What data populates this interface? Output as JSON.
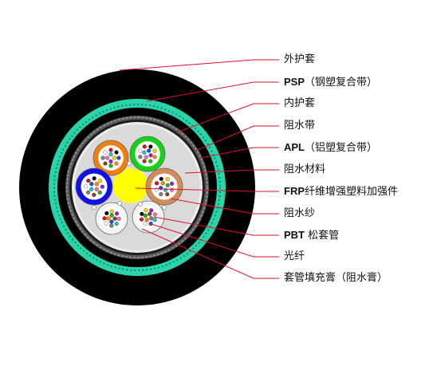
{
  "labels": [
    {
      "id": "outer-sheath",
      "text": "外护套"
    },
    {
      "id": "psp",
      "prefix": "PSP",
      "text": "（钢塑复合带）"
    },
    {
      "id": "inner-sheath",
      "text": "内护套"
    },
    {
      "id": "water-block-tape",
      "text": "阻水带"
    },
    {
      "id": "apl",
      "prefix": "APL",
      "text": "（铝塑复合带）"
    },
    {
      "id": "water-block-material",
      "text": "阻水材料"
    },
    {
      "id": "frp",
      "prefix": "FRP",
      "text": "纤维增强塑料加强件"
    },
    {
      "id": "water-block-yarn",
      "text": "阻水纱"
    },
    {
      "id": "pbt",
      "prefix": "PBT",
      "text": " 松套管"
    },
    {
      "id": "fiber",
      "text": "光纤"
    },
    {
      "id": "tube-filler",
      "text": "套管填充膏（阻水膏）"
    }
  ],
  "colors": {
    "outer_sheath": "#000000",
    "psp": "#2ad4a8",
    "leader_line": "#e0102a",
    "core_fill": "#ffff00",
    "tube_orange": "#f07f10",
    "tube_green": "#14d214",
    "tube_blue": "#1010e8",
    "tube_brown": "#d28c5a",
    "tube_white": "#f4f4f4"
  }
}
